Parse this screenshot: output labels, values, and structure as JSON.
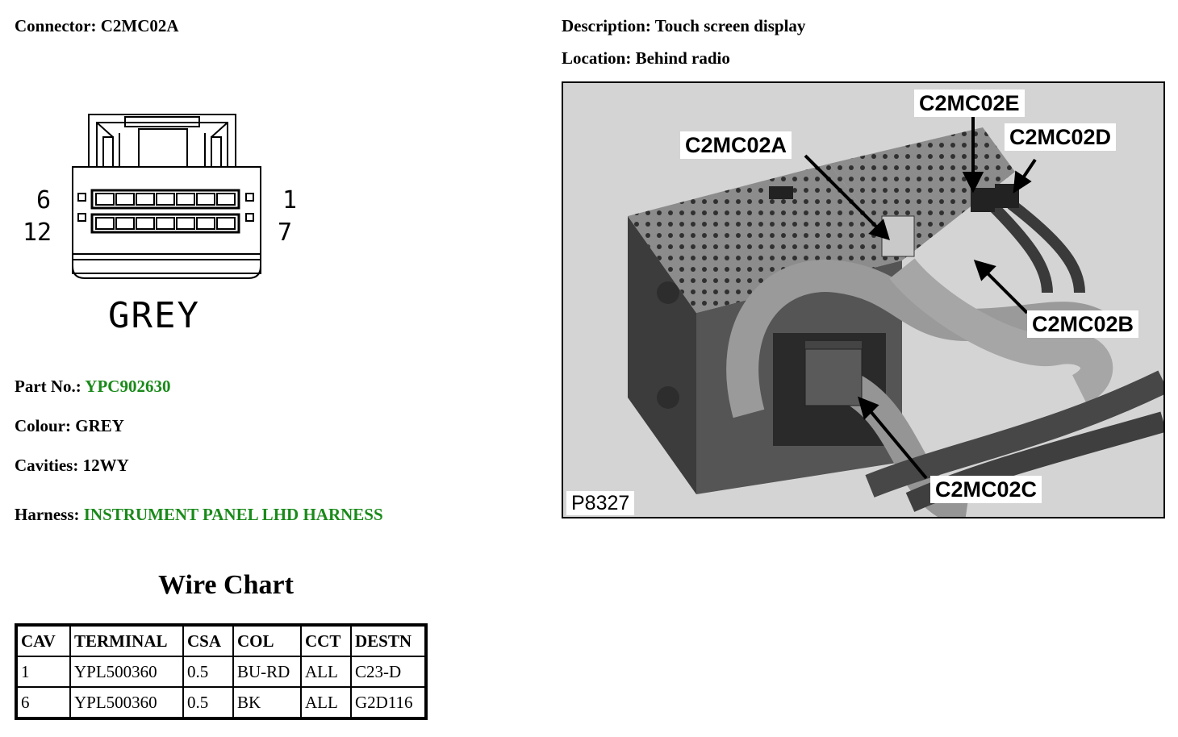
{
  "connector": {
    "label": "Connector:",
    "value": "C2MC02A",
    "diagram": {
      "pin_top_left": "6",
      "pin_bottom_left": "12",
      "pin_top_right": "1",
      "pin_bottom_right": "7",
      "colour_text": "GREY"
    }
  },
  "description": {
    "label": "Description:",
    "value": "Touch screen display"
  },
  "location": {
    "label": "Location:",
    "value": "Behind radio"
  },
  "part": {
    "label": "Part No.:",
    "value": "YPC902630"
  },
  "colour": {
    "label": "Colour:",
    "value": "GREY"
  },
  "cavities": {
    "label": "Cavities:",
    "value": "12WY"
  },
  "harness": {
    "label": "Harness:",
    "value": "INSTRUMENT PANEL LHD HARNESS"
  },
  "photo": {
    "id": "P8327",
    "callouts": [
      "C2MC02E",
      "C2MC02A",
      "C2MC02D",
      "C2MC02B",
      "C2MC02C"
    ]
  },
  "wire_chart": {
    "title": "Wire Chart",
    "headers": [
      "CAV",
      "TERMINAL",
      "CSA",
      "COL",
      "CCT",
      "DESTN"
    ],
    "rows": [
      [
        "1",
        "YPL500360",
        "0.5",
        "BU-RD",
        "ALL",
        "C23-D"
      ],
      [
        "6",
        "YPL500360",
        "0.5",
        "BK",
        "ALL",
        "G2D116"
      ]
    ]
  },
  "colors": {
    "link_green": "#1a8a1a"
  }
}
